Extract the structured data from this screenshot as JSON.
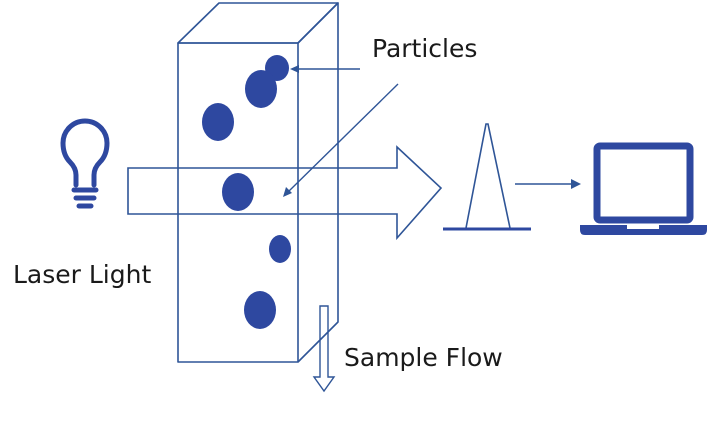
{
  "labels": {
    "particles": "Particles",
    "laser_light": "Laser Light",
    "sample_flow": "Sample Flow"
  },
  "icons": {
    "light_source": "lightbulb-icon",
    "computer": "laptop-icon"
  },
  "colors": {
    "outline": "#2f5597",
    "fill": "#2e48a0",
    "text": "#1a1a1a"
  }
}
